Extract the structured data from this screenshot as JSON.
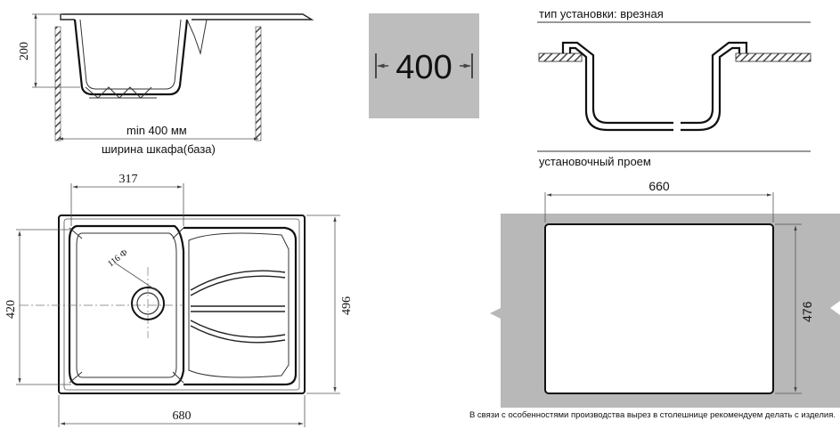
{
  "side_view": {
    "height_label": "200",
    "width_label": "min 400 мм",
    "caption": "ширина шкафа(база)"
  },
  "cabinet_badge": {
    "value": "400",
    "bg_color": "#bdbdbd"
  },
  "install_type": {
    "title": "тип установки: врезная"
  },
  "cutout": {
    "title": "установочный проем",
    "width_label": "660",
    "height_label": "476",
    "countertop_color": "#b8b8b8"
  },
  "top_view": {
    "inner_width_label": "317",
    "drain_label": "116 Ф",
    "inner_height_label": "420",
    "outer_height_label": "496",
    "outer_width_label": "680"
  },
  "footnote": "В связи с особенностями производства вырез в столешнице рекомендуем делать с изделия."
}
